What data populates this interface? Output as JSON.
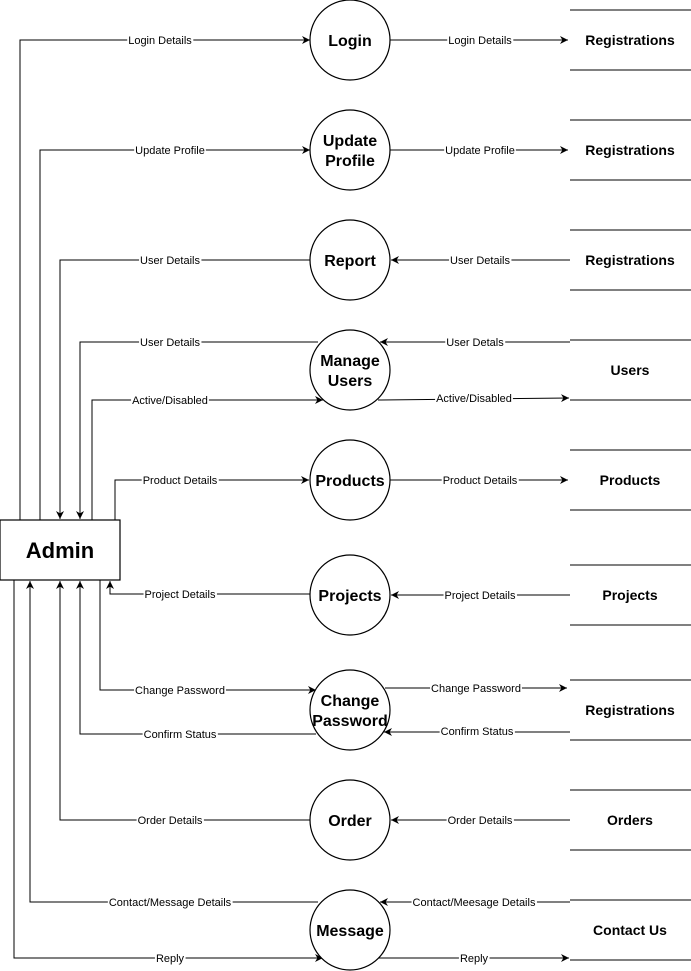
{
  "entity": {
    "label": "Admin"
  },
  "processes": [
    {
      "id": "login",
      "label": "Login"
    },
    {
      "id": "update",
      "label": "Update\nProfile"
    },
    {
      "id": "report",
      "label": "Report"
    },
    {
      "id": "manage",
      "label": "Manage\nUsers"
    },
    {
      "id": "products",
      "label": "Products"
    },
    {
      "id": "projects",
      "label": "Projects"
    },
    {
      "id": "changepw",
      "label": "Change\nPassword"
    },
    {
      "id": "order",
      "label": "Order"
    },
    {
      "id": "message",
      "label": "Message"
    }
  ],
  "stores": [
    {
      "id": "s_login",
      "label": "Registrations"
    },
    {
      "id": "s_update",
      "label": "Registrations"
    },
    {
      "id": "s_report",
      "label": "Registrations"
    },
    {
      "id": "s_users",
      "label": "Users"
    },
    {
      "id": "s_products",
      "label": "Products"
    },
    {
      "id": "s_projects",
      "label": "Projects"
    },
    {
      "id": "s_changepw",
      "label": "Registrations"
    },
    {
      "id": "s_orders",
      "label": "Orders"
    },
    {
      "id": "s_contact",
      "label": "Contact Us"
    }
  ],
  "flows": [
    {
      "id": "f1",
      "label": "Login Details"
    },
    {
      "id": "f2",
      "label": "Login Details"
    },
    {
      "id": "f3",
      "label": "Update Profile"
    },
    {
      "id": "f4",
      "label": "Update Profile"
    },
    {
      "id": "f5",
      "label": "User Details"
    },
    {
      "id": "f6",
      "label": "User Details"
    },
    {
      "id": "f7",
      "label": "User Details"
    },
    {
      "id": "f8",
      "label": "User Detals"
    },
    {
      "id": "f9",
      "label": "Active/Disabled"
    },
    {
      "id": "f10",
      "label": "Active/Disabled"
    },
    {
      "id": "f11",
      "label": "Product Details"
    },
    {
      "id": "f12",
      "label": "Product Details"
    },
    {
      "id": "f13",
      "label": "Project Details"
    },
    {
      "id": "f14",
      "label": "Project Details"
    },
    {
      "id": "f15",
      "label": "Change Password"
    },
    {
      "id": "f16",
      "label": "Change Password"
    },
    {
      "id": "f17",
      "label": "Confirm Status"
    },
    {
      "id": "f18",
      "label": "Confirm Status"
    },
    {
      "id": "f19",
      "label": "Order Details"
    },
    {
      "id": "f20",
      "label": "Order Details"
    },
    {
      "id": "f21",
      "label": "Contact/Message Details"
    },
    {
      "id": "f22",
      "label": "Contact/Meesage Details"
    },
    {
      "id": "f23",
      "label": "Reply"
    },
    {
      "id": "f24",
      "label": "Reply"
    }
  ]
}
